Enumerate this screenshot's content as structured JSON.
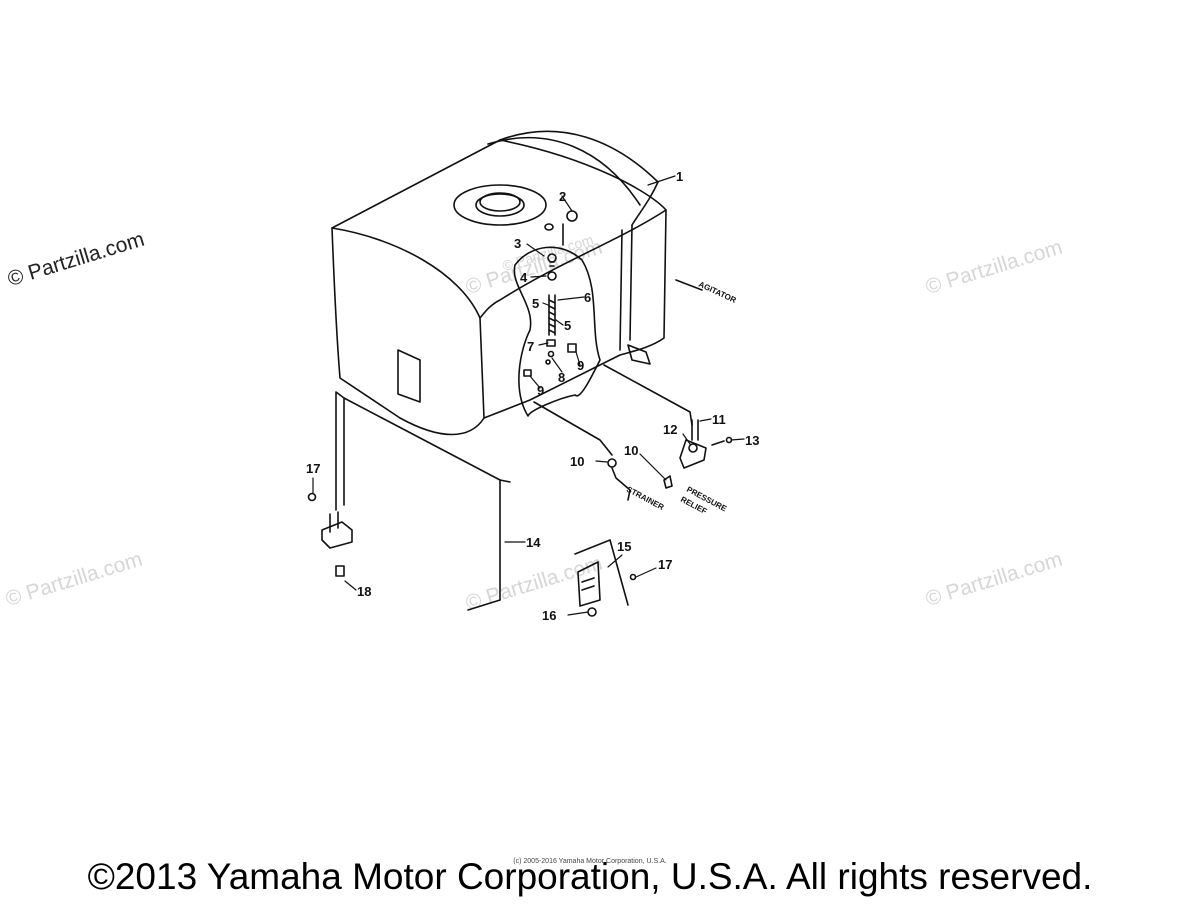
{
  "watermarks": [
    "© Partzilla.com",
    "© Partzilla.com",
    "© Partzilla.com",
    "© Partzilla.com",
    "© Partzilla.com",
    "© Partzilla.com",
    "© Partzilla.com"
  ],
  "callouts": [
    "1",
    "2",
    "3",
    "4",
    "5",
    "5",
    "6",
    "7",
    "8",
    "9",
    "9",
    "10",
    "10",
    "11",
    "12",
    "13",
    "14",
    "15",
    "16",
    "17",
    "17",
    "18"
  ],
  "tags": {
    "agitator": "AGITATOR",
    "strainer": "STRAINER",
    "pressure": "PRESSURE",
    "relief": "RELIEF"
  },
  "fine_print": "(c) 2005-2016 Yamaha Motor Corporation, U.S.A.",
  "copyright": "©2013 Yamaha Motor Corporation, U.S.A. All rights reserved."
}
